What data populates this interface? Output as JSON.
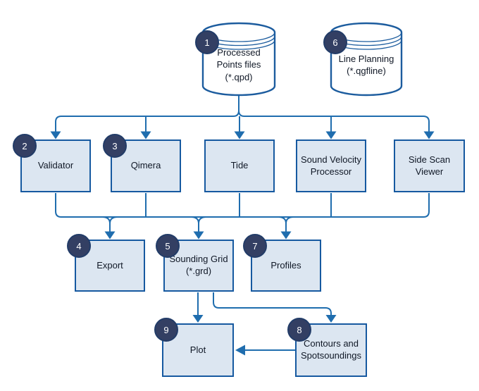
{
  "diagram": {
    "description": "Processing workflow flowchart",
    "colors": {
      "line": "#1f6dae",
      "box_fill": "#dce6f1",
      "box_border": "#1659a0",
      "badge_fill": "#333f63",
      "badge_border": "#223c68",
      "badge_text": "#ffffff",
      "node_text": "#101826",
      "cylinder_fill": "#ffffff",
      "cylinder_stroke": "#1c5c9e"
    },
    "nodes": {
      "processed_points": {
        "shape": "cylinder",
        "badge": "1",
        "label": "Processed Points files (*.qpd)"
      },
      "line_planning": {
        "shape": "cylinder",
        "badge": "6",
        "label": "Line Planning (*.qgfline)"
      },
      "validator": {
        "shape": "box",
        "badge": "2",
        "label": "Validator"
      },
      "qimera": {
        "shape": "box",
        "badge": "3",
        "label": "Qimera"
      },
      "tide": {
        "shape": "box",
        "label": "Tide"
      },
      "sound_velocity_processor": {
        "shape": "box",
        "label": "Sound Velocity Processor"
      },
      "side_scan_viewer": {
        "shape": "box",
        "label": "Side Scan Viewer"
      },
      "export": {
        "shape": "box",
        "badge": "4",
        "label": "Export"
      },
      "sounding_grid": {
        "shape": "box",
        "badge": "5",
        "label": "Sounding Grid (*.grd)"
      },
      "profiles": {
        "shape": "box",
        "badge": "7",
        "label": "Profiles"
      },
      "plot": {
        "shape": "box",
        "badge": "9",
        "label": "Plot"
      },
      "contours_spotsoundings": {
        "shape": "box",
        "badge": "8",
        "label": "Contours and Spotsoundings"
      }
    },
    "edges": [
      {
        "from": "processed_points",
        "to": [
          "validator",
          "qimera",
          "tide",
          "sound_velocity_processor",
          "side_scan_viewer"
        ]
      },
      {
        "from_group": [
          "validator",
          "qimera",
          "tide",
          "sound_velocity_processor",
          "side_scan_viewer"
        ],
        "to": [
          "export",
          "sounding_grid",
          "profiles"
        ],
        "style": "merged-bus"
      },
      {
        "from": "sounding_grid",
        "to": [
          "plot",
          "contours_spotsoundings"
        ]
      },
      {
        "from": "contours_spotsoundings",
        "to": [
          "plot"
        ]
      }
    ]
  }
}
